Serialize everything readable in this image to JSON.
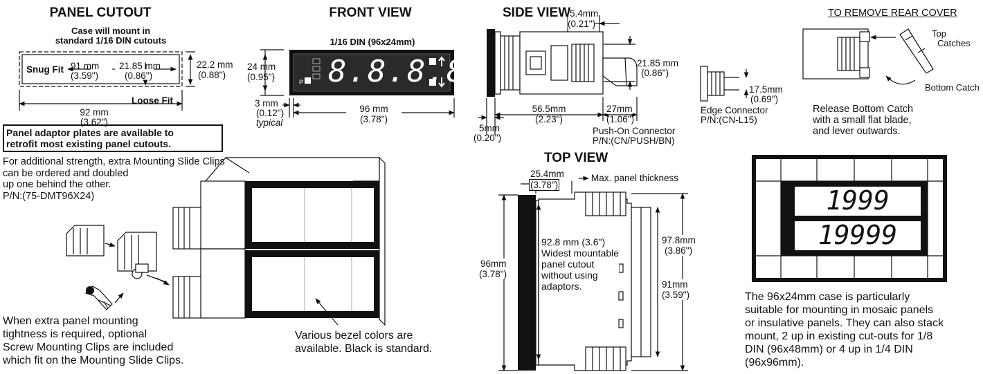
{
  "panel_cutout": {
    "heading": "PANEL CUTOUT",
    "case_note_1": "Case will mount in",
    "case_note_2": "standard 1/16 DIN cutouts",
    "snug_fit": "Snug Fit",
    "dim_91_mm": "91 mm",
    "dim_91_in": "(3.59\")",
    "dim_2185_mm": "21.85 mm",
    "dim_2185_in": "(0.86\")",
    "dim_222_mm": "22.2 mm",
    "dim_222_in": "(0.88\")",
    "dim_92_mm": "92 mm",
    "dim_92_in": "(3.62\")",
    "loose_fit": "Loose Fit",
    "adaptor_note_1": "Panel adaptor plates are available to",
    "adaptor_note_2": "retrofit most existing panel cutouts."
  },
  "front_view": {
    "heading": "FRONT VIEW",
    "din_label": "1/16 DIN (96x24mm)",
    "display_digits": "8.8.8.8",
    "p_label": "P",
    "dim_24_mm": "24 mm",
    "dim_24_in": "(0.95\")",
    "dim_3_mm": "3 mm",
    "dim_3_in": "(0.12\")",
    "typical": "typical",
    "dim_96_mm": "96 mm",
    "dim_96_in": "(3.78\")"
  },
  "side_view": {
    "heading": "SIDE VIEW",
    "dim_54_mm": "5.4mm",
    "dim_54_in": "(0.21\")",
    "dim_2185_mm": "21.85 mm",
    "dim_2185_in": "(0.86\")",
    "dim_565_mm": "56.5mm",
    "dim_565_in": "(2.23\")",
    "dim_27_mm": "27mm",
    "dim_27_in": "(1.06\")",
    "dim_5_mm": "5mm",
    "dim_5_in": "(0.20\")",
    "push_on_1": "Push-On Connector",
    "push_on_2": "P/N:(CN/PUSH/BN)",
    "dim_175_mm": "17.5mm",
    "dim_175_in": "(0.69\")",
    "edge_1": "Edge Connector",
    "edge_2": "P/N:(CN-L15)"
  },
  "rear_cover": {
    "heading": "TO REMOVE REAR COVER",
    "top_1": "Top",
    "top_2": "Catches",
    "bottom": "Bottom Catch",
    "release_1": "Release Bottom Catch",
    "release_2": "with a small flat blade,",
    "release_3": "and lever outwards."
  },
  "mounting": {
    "strength_1": "For additional strength, extra Mounting Slide Clips",
    "strength_2": "can be ordered and doubled",
    "strength_3": "up one behind the other.",
    "strength_4": "P/N:(75-DMT96X24)",
    "screw_1": "When extra panel mounting",
    "screw_2": "tightness is required, optional",
    "screw_3": "Screw Mounting Clips are included",
    "screw_4": "which fit on the Mounting Slide Clips.",
    "bezel_1": "Various bezel colors are",
    "bezel_2": "available. Black is standard."
  },
  "top_view": {
    "heading": "TOP VIEW",
    "dim_254_mm": "25.4mm",
    "dim_254_in": "(3.78\")",
    "max_panel": "Max. panel thickness",
    "dim_96_mm": "96mm",
    "dim_96_in": "(3.78\")",
    "widest_1": "92.8 mm (3.6\")",
    "widest_2": "Widest mountable",
    "widest_3": "panel cutout",
    "widest_4": "without using",
    "widest_5": "adaptors.",
    "dim_978_mm": "97.8mm",
    "dim_978_in": "(3.86\")",
    "dim_91_mm": "91mm",
    "dim_91_in": "(3.59\")"
  },
  "mosaic": {
    "reading_1": "1999",
    "reading_2": "19999",
    "desc_1": "The 96x24mm case is particularly",
    "desc_2": "suitable for mounting in mosaic panels",
    "desc_3": "or insulative panels. They can also stack",
    "desc_4": "mount, 2 up in existing cut-outs for 1/8",
    "desc_5": "DIN (96x48mm) or 4 up in 1/4 DIN",
    "desc_6": "(96x96mm)."
  }
}
